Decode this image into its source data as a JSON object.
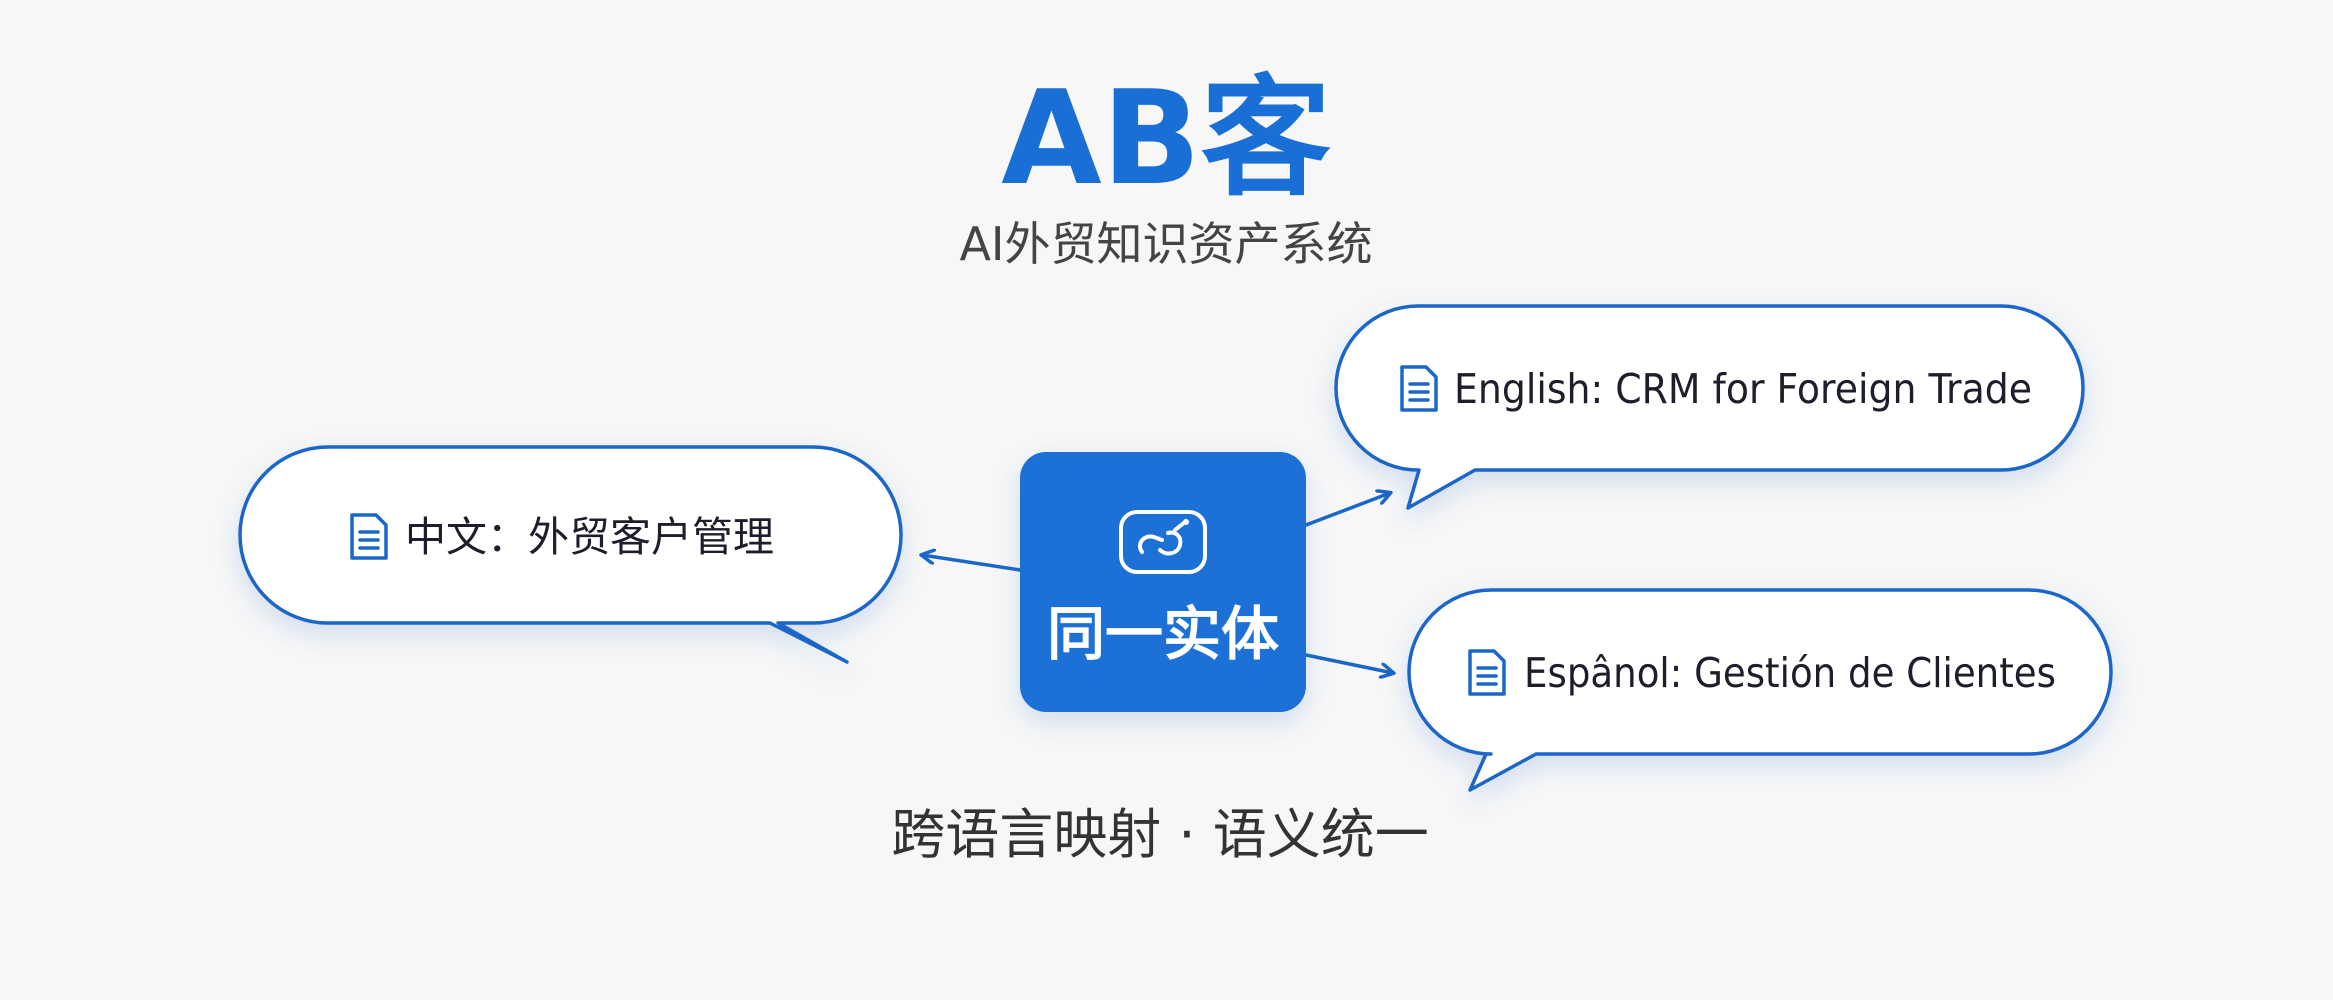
{
  "brand": {
    "title": "AB客",
    "subtitle": "AI外贸知识资产系统"
  },
  "center_node": {
    "label": "同一实体",
    "icon": "link-icon",
    "color": "#1a6fd6"
  },
  "bubbles": {
    "chinese": {
      "label": "中文：外贸客户管理",
      "icon": "document-icon"
    },
    "english": {
      "label": "English: CRM for Foreign Trade",
      "icon": "document-icon"
    },
    "spanish": {
      "label": "Espânol: Gestión de Clientes",
      "icon": "document-icon"
    }
  },
  "caption": "跨语言映射 · 语义统一",
  "colors": {
    "accent": "#1a6fd6",
    "outline": "#1b66c9",
    "background": "#f7f7f7"
  }
}
